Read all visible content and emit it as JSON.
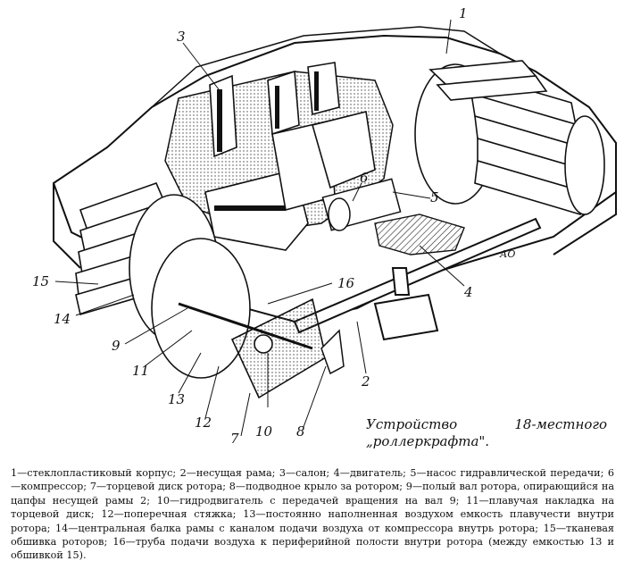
{
  "caption": {
    "line1_a": "Устройство",
    "line1_b": "18-местного",
    "line2": "„роллеркрафта\"."
  },
  "signature": "АО",
  "callouts": [
    "1",
    "2",
    "3",
    "4",
    "5",
    "6",
    "7",
    "8",
    "9",
    "10",
    "11",
    "12",
    "13",
    "14",
    "15",
    "16"
  ],
  "legend": [
    "1—стеклопластиковый корпус;",
    "2—несущая рама;",
    "3—салон;",
    "4—двигатель;",
    "5—насос гидравлической передачи;",
    "6—компрессор;",
    "7—торцевой диск ротора;",
    "8—подводное крыло за ротором;",
    "9—полый вал ротора, опирающийся на цапфы несущей рамы 2;",
    "10—гидродвигатель с передачей вращения на вал 9;",
    "11—плавучая накладка на торцевой диск;",
    "12—поперечная стяжка;",
    "13—постоянно наполненная воздухом емкость плавучести внутри ротора;",
    "14—центральная балка рамы с каналом подачи воздуха от компрессора внутрь ротора;",
    "15—тканевая обшивка роторов;",
    "16—труба подачи воздуха к периферийной полости внутри ротора (между емкостью 13 и обшивкой 15)."
  ]
}
